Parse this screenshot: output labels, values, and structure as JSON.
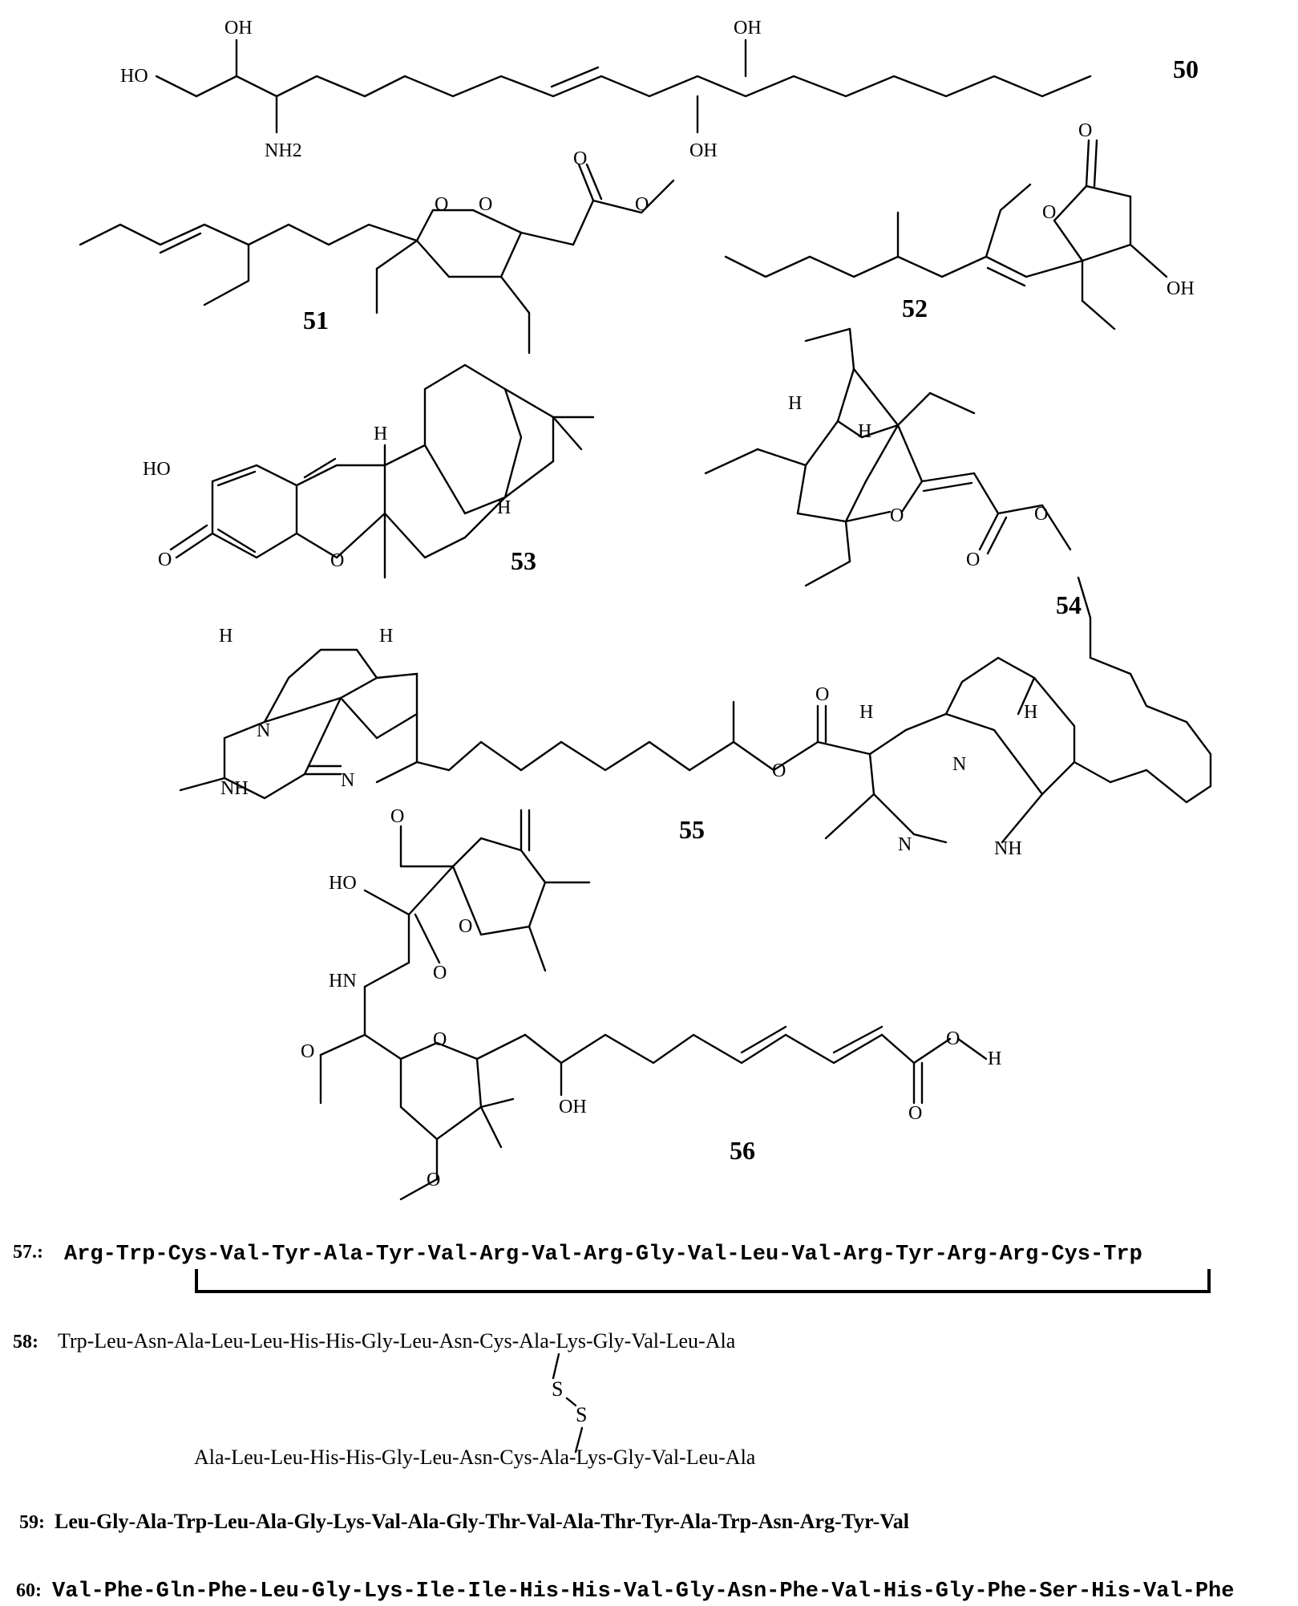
{
  "compounds": {
    "c50": "50",
    "c51": "51",
    "c52": "52",
    "c53": "53",
    "c54": "54",
    "c55": "55",
    "c56": "56"
  },
  "atoms": {
    "oh": "OH",
    "ho": "HO",
    "nh2": "NH2",
    "o": "O",
    "h": "H",
    "n": "N",
    "nh": "NH",
    "hn": "HN",
    "s": "S"
  },
  "sequences": {
    "s57_label": "57.:",
    "s57": "Arg-Trp-Cys-Val-Tyr-Ala-Tyr-Val-Arg-Val-Arg-Gly-Val-Leu-Val-Arg-Tyr-Arg-Arg-Cys-Trp",
    "s58_label": "58:",
    "s58_top": "Trp-Leu-Asn-Ala-Leu-Leu-His-His-Gly-Leu-Asn-Cys-Ala-Lys-Gly-Val-Leu-Ala",
    "s58_bottom": "Ala-Leu-Leu-His-His-Gly-Leu-Asn-Cys-Ala-Lys-Gly-Val-Leu-Ala",
    "s59_label": "59:",
    "s59": "Leu-Gly-Ala-Trp-Leu-Ala-Gly-Lys-Val-Ala-Gly-Thr-Val-Ala-Thr-Tyr-Ala-Trp-Asn-Arg-Tyr-Val",
    "s60_label": "60:",
    "s60": "Val-Phe-Gln-Phe-Leu-Gly-Lys-Ile-Ile-His-His-Val-Gly-Asn-Phe-Val-His-Gly-Phe-Ser-His-Val-Phe"
  }
}
